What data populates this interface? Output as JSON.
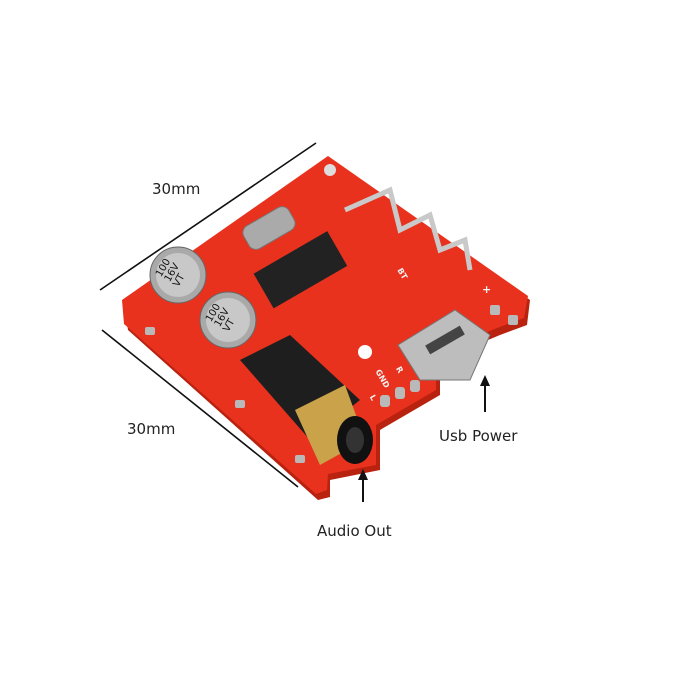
{
  "labels": {
    "top_dimension": "30mm",
    "side_dimension": "30mm",
    "usb_power": "Usb Power",
    "audio_out": "Audio Out"
  },
  "board": {
    "capacitor_marking": [
      "100",
      "16V",
      "VT"
    ],
    "silkscreen": [
      "GND",
      "L",
      "R",
      "BT",
      "+"
    ],
    "colors": {
      "pcb": "#e8321e",
      "pcb_edge": "#b8220f",
      "pads": "#b9b9b9",
      "jack": "#222222",
      "jack_gold": "#c9a24a"
    }
  }
}
